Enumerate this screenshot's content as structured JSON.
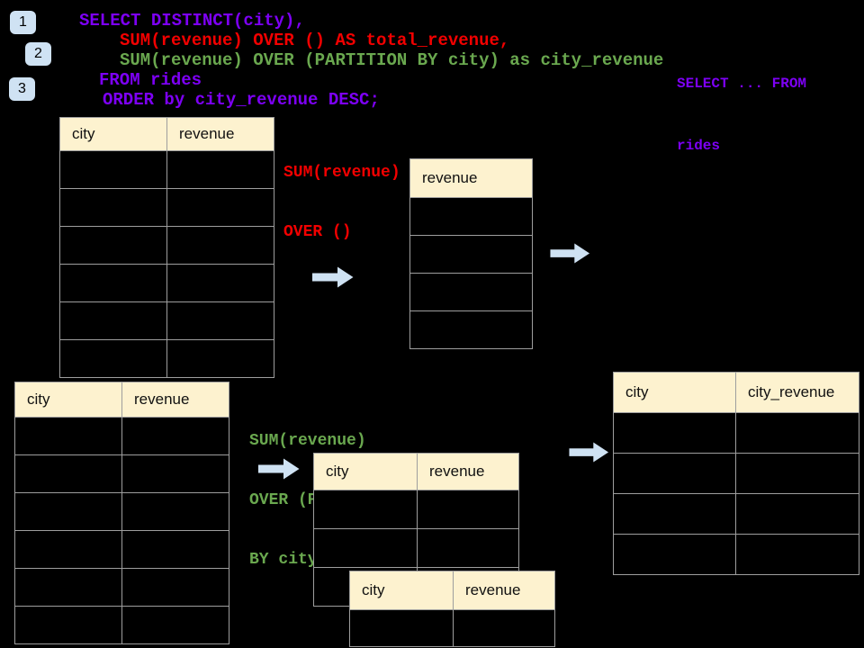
{
  "badges": {
    "one": "1",
    "two": "2",
    "three": "3"
  },
  "sql_code": {
    "lines": [
      {
        "text": "SELECT DISTINCT(city),",
        "color": "purple"
      },
      {
        "text": "SUM(revenue) OVER () AS total_revenue,",
        "color": "red"
      },
      {
        "text": "SUM(revenue) OVER (PARTITION BY city) as city_revenue",
        "color": "green"
      },
      {
        "text": "FROM rides",
        "color": "purple"
      },
      {
        "text": "ORDER by city_revenue DESC;",
        "color": "purple"
      }
    ]
  },
  "side_note": {
    "line1": "SELECT ... FROM",
    "line2": "rides"
  },
  "annotations": {
    "total": {
      "line1": "SUM(revenue)",
      "line2": "OVER ()"
    },
    "partition": {
      "line1": "SUM(revenue)",
      "line2": "OVER (PARTITION",
      "line3": "BY city)"
    }
  },
  "tables": {
    "source_top": {
      "col1": "city",
      "col2": "revenue",
      "row_count": 6
    },
    "total_result": {
      "col1": "revenue",
      "row_count": 4
    },
    "source_bottom": {
      "col1": "city",
      "col2": "revenue",
      "row_count": 6
    },
    "partition_mid": {
      "col1": "city",
      "col2": "revenue",
      "row_count": 3
    },
    "partition_front": {
      "col1": "city",
      "col2": "revenue",
      "row_count": 1
    },
    "final_result": {
      "col1": "city",
      "col2": "city_revenue",
      "row_count": 4
    }
  },
  "icons": {
    "arrow_a": "block-arrow-right",
    "arrow_b": "block-arrow-right",
    "arrow_c": "block-arrow-right",
    "arrow_d": "block-arrow-right"
  },
  "colors": {
    "background": "#000000",
    "sql_purple": "#7d00f5",
    "sql_red": "#f20000",
    "sql_green": "#6aa84f",
    "arrow_blue": "#cfe2f3",
    "badge_blue": "#cfe2f3",
    "table_header_cream": "#fdf2cf",
    "table_border_gray": "#9e9e9e"
  }
}
